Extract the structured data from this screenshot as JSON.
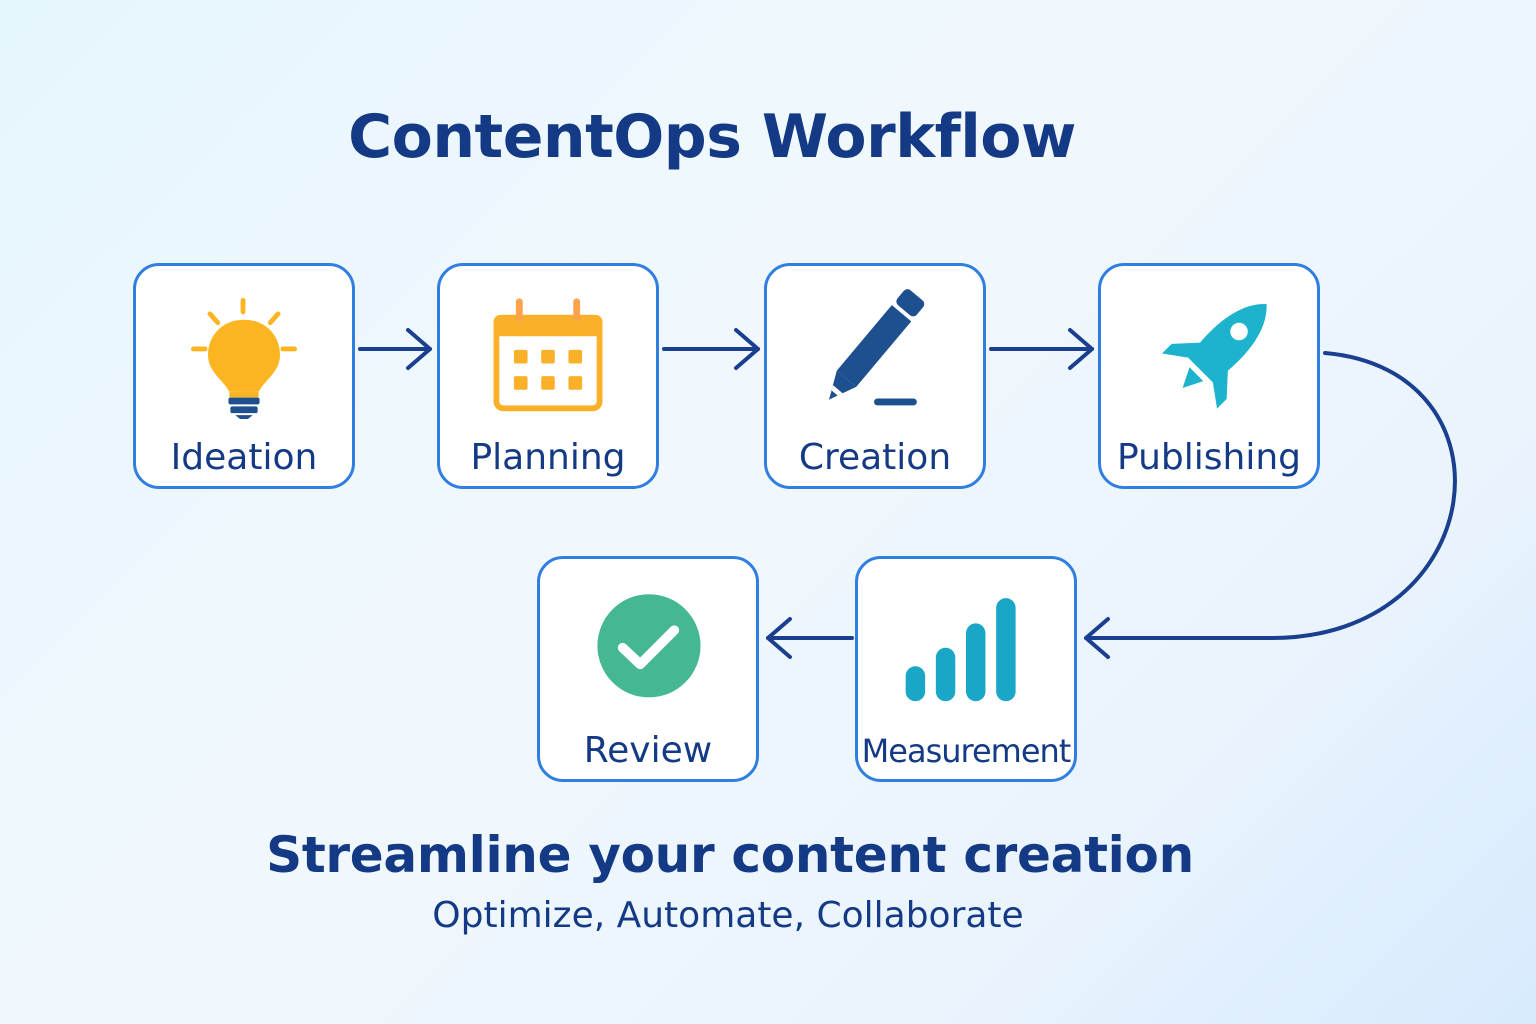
{
  "title": "ContentOps Workflow",
  "steps": [
    {
      "label": "Ideation",
      "icon": "lightbulb-icon"
    },
    {
      "label": "Planning",
      "icon": "calendar-icon"
    },
    {
      "label": "Creation",
      "icon": "pencil-icon"
    },
    {
      "label": "Publishing",
      "icon": "rocket-icon"
    },
    {
      "label": "Measurement",
      "icon": "bar-chart-icon"
    },
    {
      "label": "Review",
      "icon": "checkmark-icon"
    }
  ],
  "tagline": "Streamline your content creation",
  "subtagline": "Optimize, Automate, Collaborate",
  "colors": {
    "navy": "#143a86",
    "card_border": "#2f7ee0",
    "connector": "#1a3f8f",
    "bulb_yellow": "#fbb522",
    "calendar_orange": "#fbb02a",
    "pencil_navy": "#1e4f8e",
    "rocket_teal": "#1eb3cd",
    "chart_teal": "#1aa7c7",
    "check_green": "#45b893"
  }
}
